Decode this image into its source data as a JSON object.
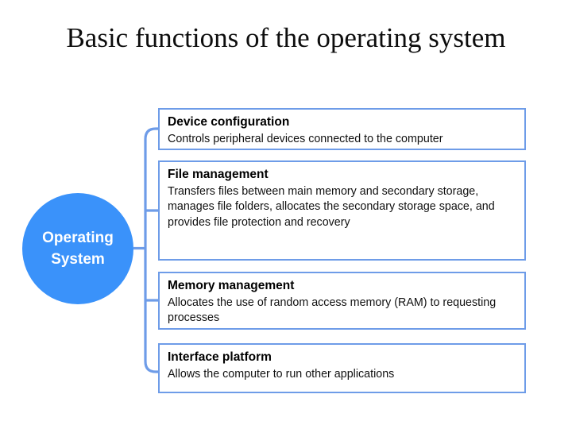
{
  "slide": {
    "title": "Basic functions of the operating system",
    "background_color": "#ffffff",
    "accent_color": "#3a92fa",
    "border_color": "#6e9ce8"
  },
  "root_node": {
    "line1": "Operating",
    "line2": "System",
    "fill_color": "#3a92fa",
    "text_color": "#ffffff"
  },
  "branches": [
    {
      "heading": "Device configuration",
      "body": "Controls peripheral devices connected to the computer"
    },
    {
      "heading": "File management",
      "body": "Transfers files between main memory and secondary storage, manages file folders, allocates the secondary storage space, and provides file protection and recovery"
    },
    {
      "heading": "Memory management",
      "body": "Allocates the use of random access memory (RAM) to requesting processes"
    },
    {
      "heading": "Interface platform",
      "body": "Allows the computer to run other applications"
    }
  ]
}
